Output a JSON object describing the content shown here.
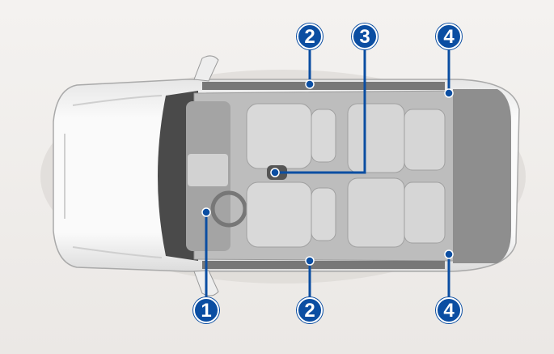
{
  "callouts": [
    {
      "id": "c2-top",
      "label": "2"
    },
    {
      "id": "c3-top",
      "label": "3"
    },
    {
      "id": "c4-top",
      "label": "4"
    },
    {
      "id": "c1-bottom",
      "label": "1"
    },
    {
      "id": "c2-bottom",
      "label": "2"
    },
    {
      "id": "c4-bottom",
      "label": "4"
    }
  ],
  "colors": {
    "callout": "#0b4ea2",
    "body": "#f7f7f7",
    "interior": "#bdbdbd"
  }
}
